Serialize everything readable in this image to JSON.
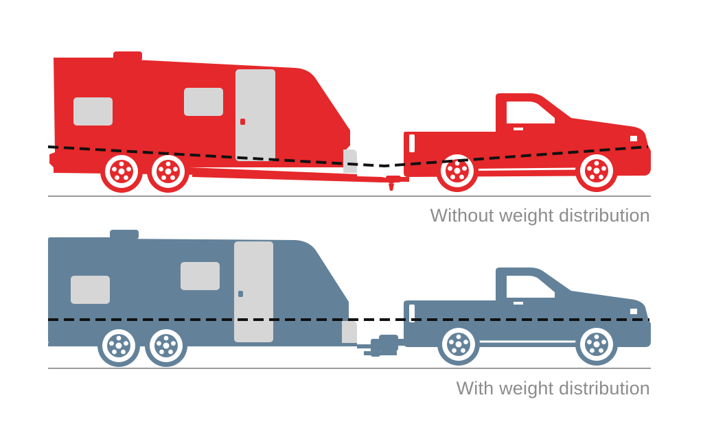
{
  "captions": {
    "without": "Without weight distribution",
    "with": "With weight distribution"
  },
  "colors": {
    "without_rig": "#e5282b",
    "with_rig": "#63829a",
    "window": "#d6d6d6",
    "ground": "#9a9a9a",
    "level_line": "#111111",
    "caption_text": "#8c8c8c",
    "background": "#ffffff"
  },
  "scenes": [
    {
      "id": "without",
      "level_line": "sagging",
      "hitch": "plain ball hitch"
    },
    {
      "id": "with",
      "level_line": "level",
      "hitch": "weight distribution hitch"
    }
  ]
}
